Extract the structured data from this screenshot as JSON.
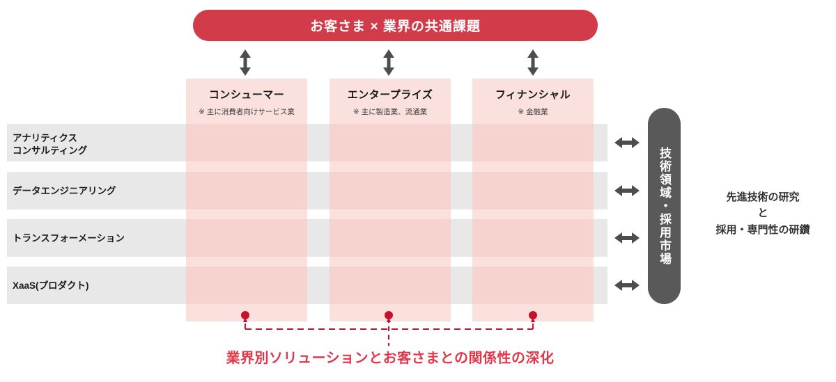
{
  "banner": {
    "text": "お客さま × 業界の共通課題",
    "color": "#d23c4a"
  },
  "columns": [
    {
      "title": "コンシューマー",
      "note": "※ 主に消費者向けサービス業"
    },
    {
      "title": "エンタープライズ",
      "note": "※ 主に製造業、流通業"
    },
    {
      "title": "フィナンシャル",
      "note": "※ 金融業"
    }
  ],
  "rows": [
    {
      "label": "アナリティクス\nコンサルティング"
    },
    {
      "label": "データエンジニアリング"
    },
    {
      "label": "トランスフォーメーション"
    },
    {
      "label": "XaaS(プロダクト)"
    }
  ],
  "dark_pill": {
    "text": "技術領域・採用市場",
    "color": "#595959"
  },
  "right_note": {
    "text": "先進技術の研究\nと\n採用・専門性の研鑽"
  },
  "bottom_caption": {
    "text": "業界別ソリューションとお客さまとの関係性の深化",
    "color": "#e0384a"
  },
  "icons": {
    "vertical_double_arrow": "vertical-double-arrow-icon",
    "horizontal_double_arrow": "horizontal-double-arrow-icon",
    "pin_marker": "pin-marker-icon"
  },
  "palette": {
    "column_pink": "#fae1dd",
    "cell_pink": "#f6d3cf",
    "row_gray": "#e8e8e8",
    "arrow_gray": "#4d4d4d",
    "connector_red": "#c8102e"
  }
}
